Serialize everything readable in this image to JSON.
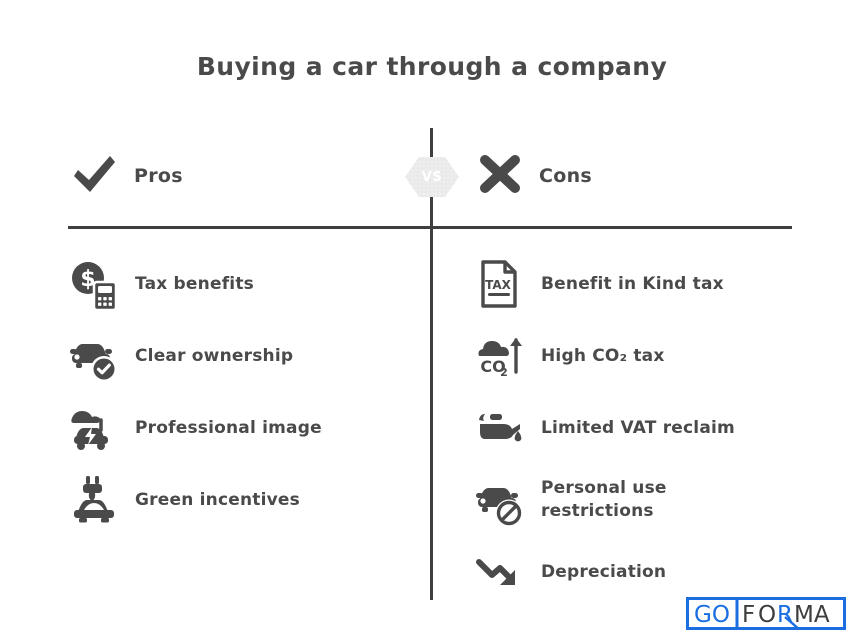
{
  "title": "Buying a car through a company",
  "vs_badge": {
    "label": "VS"
  },
  "columns": {
    "pros": {
      "heading": "Pros",
      "icon": "check-icon",
      "items": [
        {
          "label": "Tax benefits",
          "icon": "dollar-coin-calculator-icon"
        },
        {
          "label": "Clear ownership",
          "icon": "car-check-icon"
        },
        {
          "label": "Professional image",
          "icon": "electric-car-bolt-icon"
        },
        {
          "label": "Green incentives",
          "icon": "car-charging-plug-icon"
        }
      ]
    },
    "cons": {
      "heading": "Cons",
      "icon": "cross-icon",
      "items": [
        {
          "label": "Benefit in Kind tax",
          "icon": "tax-document-icon"
        },
        {
          "label": "High CO₂ tax",
          "icon": "co2-cloud-up-arrow-icon"
        },
        {
          "label": "Limited VAT reclaim",
          "icon": "oil-can-icon"
        },
        {
          "label": "Personal use\nrestrictions",
          "icon": "car-prohibited-icon"
        },
        {
          "label": "Depreciation",
          "icon": "down-trend-arrow-icon"
        }
      ]
    }
  },
  "logo": {
    "part1": "GO",
    "part2": "FORMA",
    "name": "GOFORMA"
  },
  "colors": {
    "text": "#4a4a4a",
    "icon": "#4a4a4a",
    "divider": "#3f3f3f",
    "vs_badge_fill": "#ededed",
    "vs_badge_text": "#ffffff",
    "logo_blue": "#1a6ee0",
    "logo_dark": "#3d3d3d",
    "background": "#ffffff"
  }
}
